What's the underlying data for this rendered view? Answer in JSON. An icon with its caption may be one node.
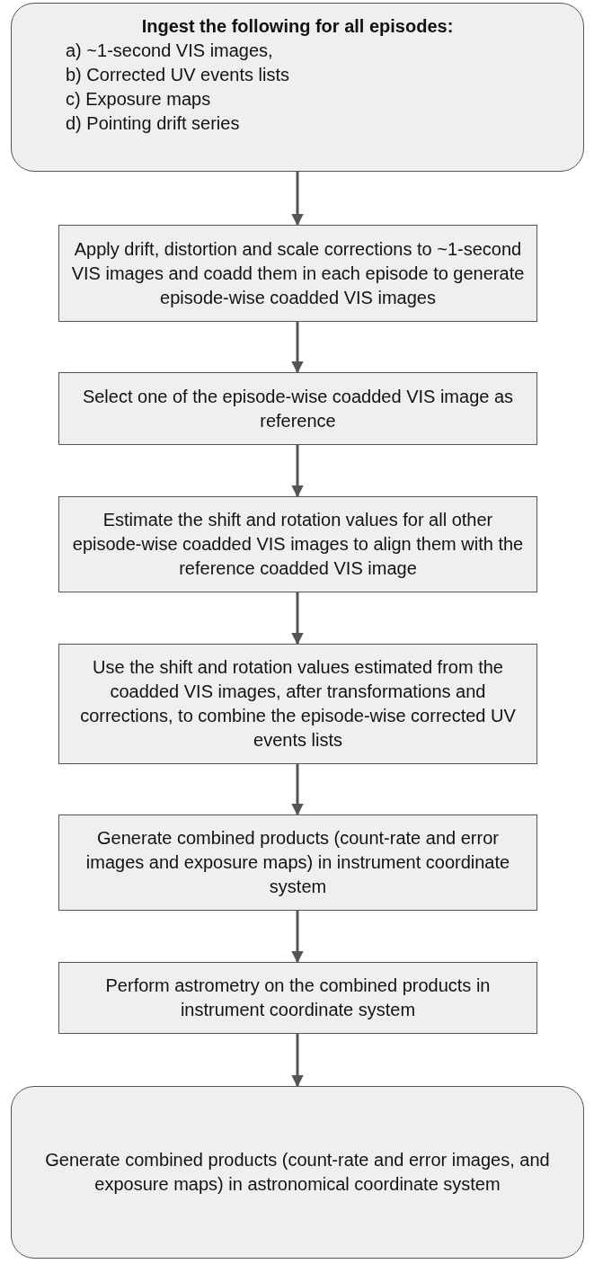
{
  "diagram": {
    "nodes": [
      {
        "text": [
          "Ingest the following for all episodes:",
          "a) ~1-second VIS images,",
          "b) Corrected UV events lists",
          "c) Exposure maps",
          "d) Pointing drift series"
        ]
      },
      {
        "text": [
          "Apply drift, distortion and scale corrections to ~1-second VIS images and coadd them in each episode to generate episode-wise coadded VIS images"
        ]
      },
      {
        "text": [
          "Select one of the episode-wise coadded VIS image as reference"
        ]
      },
      {
        "text": [
          "Estimate the shift and rotation values for all other episode-wise coadded VIS images to align them with the reference coadded VIS image"
        ]
      },
      {
        "text": [
          "Use the shift and rotation values estimated from the coadded VIS images, after transformations and corrections, to combine the episode-wise corrected UV events lists"
        ]
      },
      {
        "text": [
          "Generate combined products (count-rate and error images and exposure maps) in instrument coordinate system"
        ]
      },
      {
        "text": [
          "Perform astrometry on the combined products in instrument coordinate system"
        ]
      },
      {
        "text": [
          "Generate combined products (count-rate and error images, and exposure maps) in astronomical coordinate system"
        ]
      }
    ],
    "edges": [
      {
        "from": 0,
        "to": 1,
        "arrow": "to"
      },
      {
        "from": 1,
        "to": 2,
        "arrow": "to"
      },
      {
        "from": 2,
        "to": 3,
        "arrow": "to"
      },
      {
        "from": 3,
        "to": 4,
        "arrow": "to"
      },
      {
        "from": 4,
        "to": 5,
        "arrow": "to"
      },
      {
        "from": 5,
        "to": 6,
        "arrow": "to"
      },
      {
        "from": 6,
        "to": 7,
        "arrow": "to"
      }
    ]
  }
}
